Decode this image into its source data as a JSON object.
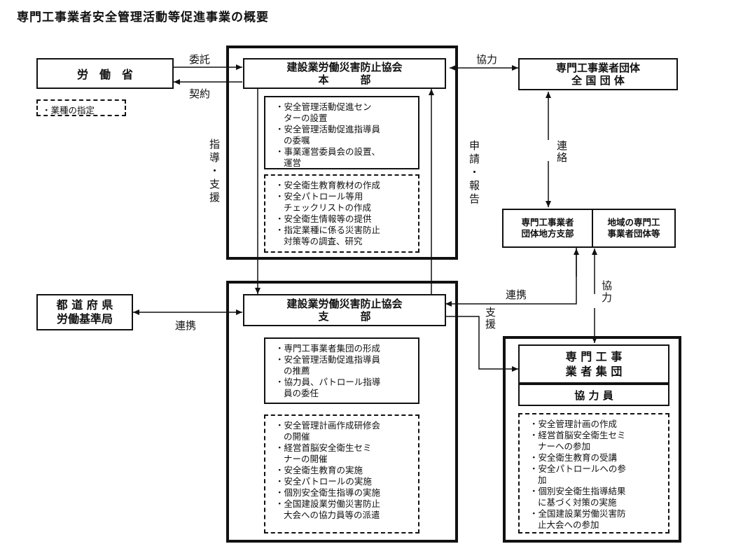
{
  "title": "専門工事業者安全管理活動等促進事業の概要",
  "nodes": {
    "rodosho": "労　働　省",
    "note": "・業種の指定",
    "honbu_line1": "建設業労働災害防止協会",
    "honbu_line2": "本　　　部",
    "zenkoku_line1": "専門工事業者団体",
    "zenkoku_line2": "全 国 団 体",
    "chiho": "専門工事業者\n団体地方支部",
    "chiiki": "地域の専門工\n事業者団体等",
    "todofuken_line1": "都 道 府 県",
    "todofuken_line2": "労働基準局",
    "shibu_line1": "建設業労働災害防止協会",
    "shibu_line2": "支　　　部",
    "shudan_line1": "専 門 工 事",
    "shudan_line2": "業 者 集 団",
    "kyoryokuin": "協 力 員"
  },
  "lists": {
    "honbu_solid": [
      "安全管理活動促進セン\nターの設置",
      "安全管理活動促進指導員\nの委嘱",
      "事業運営委員会の設置、\n運営"
    ],
    "honbu_dashed": [
      "安全衛生教育教材の作成",
      "安全パトロール等用\nチェックリストの作成",
      "安全衛生情報等の提供",
      "指定業種に係る災害防止\n対策等の調査、研究"
    ],
    "shibu_solid": [
      "専門工事業者集団の形成",
      "安全管理活動促進指導員\nの推薦",
      "協力員、パトロール指導\n員の委任"
    ],
    "shibu_dashed": [
      "安全管理計画作成研修会\nの開催",
      "経営首脳安全衛生セミ\nナーの開催",
      "安全衛生教育の実施",
      "安全パトロールの実施",
      "個別安全衛生指導の実施",
      "全国建設業労働災害防止\n大会への協力員等の派遣"
    ],
    "shudan_dashed": [
      "安全管理計画の作成",
      "経営首脳安全衛生セミ\nナーへの参加",
      "安全衛生教育の受講",
      "安全パトロールへの参\n加",
      "個別安全衛生指導結果\nに基づく対策の実施",
      "全国建設業労働災害防\n止大会への参加"
    ]
  },
  "labels": {
    "itaku": "委託",
    "keiyaku": "契約",
    "kyoryoku_top": "協力",
    "renraku": "連絡",
    "shido_shien": "指導・支援",
    "shinsei_hokoku": "申請・報告",
    "renkei_right": "連携",
    "kyoryoku_right": "協力",
    "renkei_left": "連携",
    "shien": "支援"
  }
}
